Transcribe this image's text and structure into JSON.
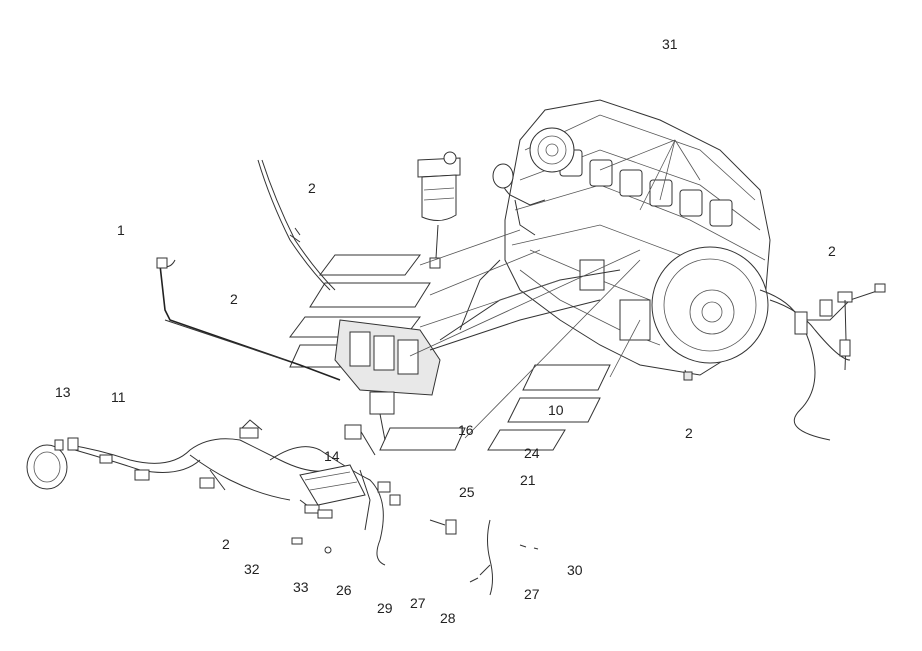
{
  "callouts": [
    {
      "id": "c31",
      "text": "31"
    },
    {
      "id": "c2a",
      "text": "2"
    },
    {
      "id": "c1",
      "text": "1"
    },
    {
      "id": "c2b",
      "text": "2"
    },
    {
      "id": "c2c",
      "text": "2"
    },
    {
      "id": "c13",
      "text": "13"
    },
    {
      "id": "c11",
      "text": "11"
    },
    {
      "id": "c10",
      "text": "10"
    },
    {
      "id": "c16",
      "text": "16"
    },
    {
      "id": "c2d",
      "text": "2"
    },
    {
      "id": "c24",
      "text": "24"
    },
    {
      "id": "c14",
      "text": "14"
    },
    {
      "id": "c21",
      "text": "21"
    },
    {
      "id": "c25",
      "text": "25"
    },
    {
      "id": "c2e",
      "text": "2"
    },
    {
      "id": "c30",
      "text": "30"
    },
    {
      "id": "c32",
      "text": "32"
    },
    {
      "id": "c33",
      "text": "33"
    },
    {
      "id": "c26",
      "text": "26"
    },
    {
      "id": "c29",
      "text": "29"
    },
    {
      "id": "c27a",
      "text": "27"
    },
    {
      "id": "c27b",
      "text": "27"
    },
    {
      "id": "c28",
      "text": "28"
    }
  ]
}
